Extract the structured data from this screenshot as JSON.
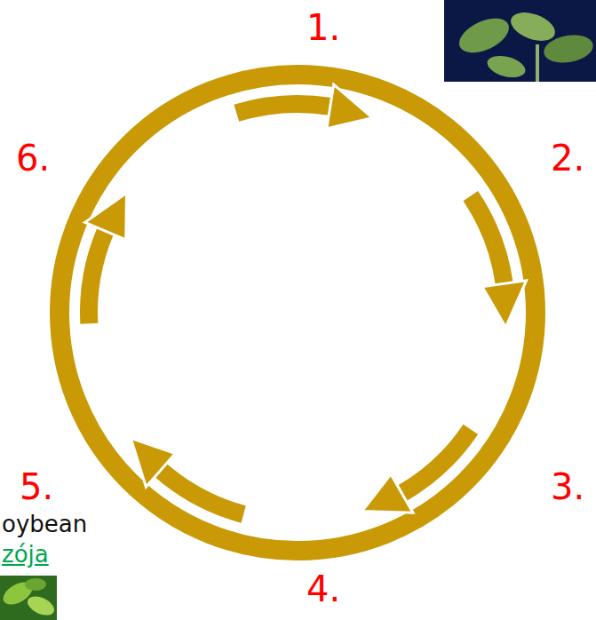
{
  "diagram": {
    "labels": [
      "1.",
      "2.",
      "3.",
      "4.",
      "5.",
      "6.",
      "oybean",
      "zója"
    ]
  }
}
